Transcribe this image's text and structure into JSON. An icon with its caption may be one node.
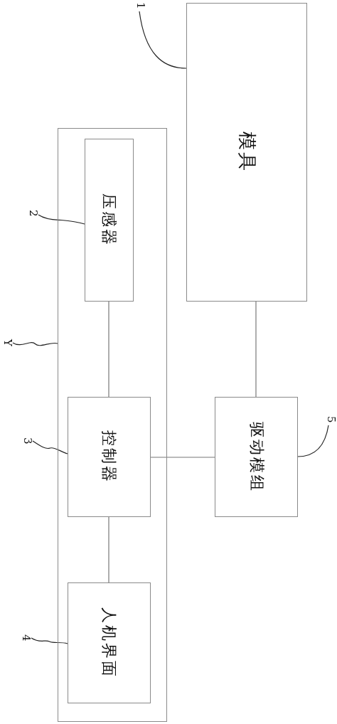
{
  "diagram": {
    "nodes": [
      {
        "text": [
          "1"
        ]
      },
      {
        "text": [
          "模具"
        ]
      },
      {
        "text": [
          "Y"
        ]
      },
      {
        "text": [],
        "shape": "box"
      },
      {
        "text": [
          "2"
        ]
      },
      {
        "text": [
          "压感器"
        ],
        "in": 3
      },
      {
        "text": [
          "3"
        ]
      },
      {
        "text": [
          "控制器"
        ],
        "in": 3
      },
      {
        "text": [
          "4"
        ]
      },
      {
        "text": [
          "人机界面"
        ],
        "in": 3
      },
      {
        "text": [
          "5"
        ]
      },
      {
        "text": [
          "驱动模组"
        ]
      }
    ],
    "edges": [
      {
        "from": 0,
        "to": 1,
        "arrow": "none"
      },
      {
        "from": 2,
        "to": 3,
        "arrow": "none"
      },
      {
        "from": 4,
        "to": 5,
        "arrow": "none"
      },
      {
        "from": 5,
        "to": 7,
        "arrow": "none"
      },
      {
        "from": 6,
        "to": 7,
        "arrow": "none"
      },
      {
        "from": 7,
        "to": 9,
        "arrow": "none"
      },
      {
        "from": 8,
        "to": 9,
        "arrow": "none"
      },
      {
        "from": 7,
        "to": 11,
        "arrow": "none"
      },
      {
        "from": 1,
        "to": 11,
        "arrow": "none"
      },
      {
        "from": 10,
        "to": 11,
        "arrow": "none"
      }
    ]
  }
}
